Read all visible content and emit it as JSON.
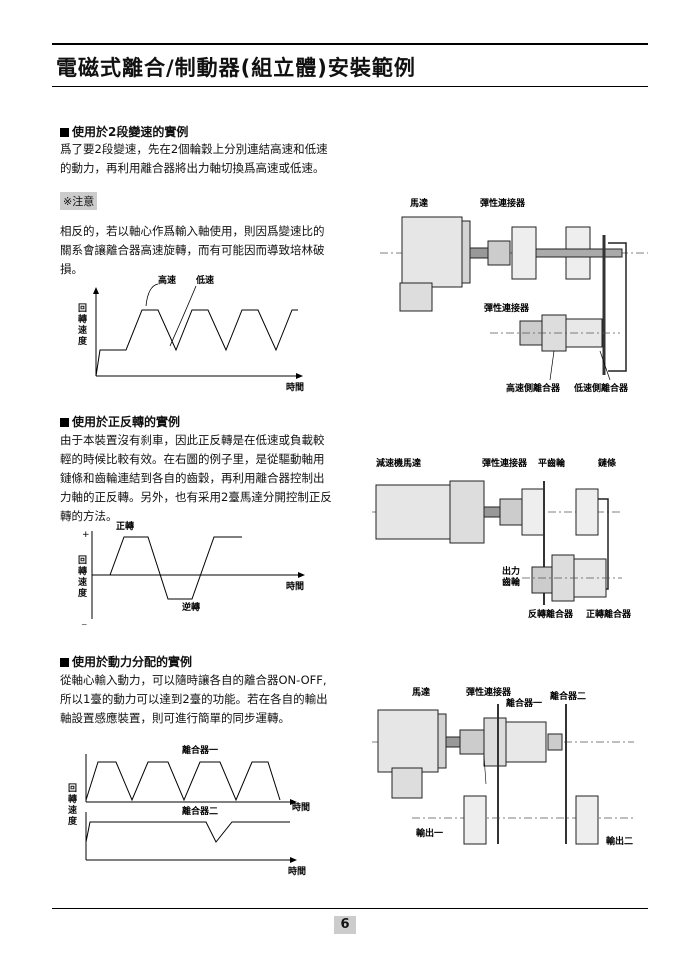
{
  "page": {
    "title": "電磁式離合/制動器(組立體)安裝範例",
    "page_number": "6"
  },
  "section1": {
    "heading": "使用於2段變速的實例",
    "lines": [
      "爲了要2段變速，先在2個輪穀上分別連結高速和低速",
      "的動力，再利用離合器將出力軸切換爲高速或低速。"
    ],
    "note_label": "※注意",
    "note_lines": [
      "相反的，若以軸心作爲輸入軸使用，則因爲變速比的",
      "關系會讓離合器高速旋轉，而有可能因而導致培林破",
      "損。"
    ],
    "chart": {
      "label_high": "高速",
      "label_low": "低速",
      "ylabel": "回轉速度",
      "xlabel": "時間"
    },
    "diagram": {
      "motor": "馬達",
      "coupler_top": "彈性連接器",
      "coupler_low": "彈性連接器",
      "clutch_high": "高速側離合器",
      "clutch_low": "低速側離合器"
    }
  },
  "section2": {
    "heading": "使用於正反轉的實例",
    "lines": [
      "由于本裝置沒有刹車，因此正反轉是在低速或負載較",
      "輕的時候比較有效。在右圖的例子里，是從驅動軸用",
      "鏈條和齒輪連結到各自的齒穀，再利用離合器控制出",
      "力軸的正反轉。另外，也有采用2臺馬達分開控制正反",
      "轉的方法。"
    ],
    "chart": {
      "label_fwd": "正轉",
      "label_rev": "逆轉",
      "ylabel": "回轉速度",
      "xlabel": "時間",
      "plus": "+",
      "minus": "_"
    },
    "diagram": {
      "motor": "減速機馬達",
      "coupler": "彈性連接器",
      "gear": "平齒輪",
      "chain": "鏈條",
      "output_gear_1": "出力",
      "output_gear_2": "齒輪",
      "clutch_rev": "反轉離合器",
      "clutch_fwd": "正轉離合器"
    }
  },
  "section3": {
    "heading": "使用於動力分配的實例",
    "lines": [
      "從軸心輸入動力，可以隨時讓各自的離合器ON-OFF,",
      "所以1臺的動力可以達到2臺的功能。若在各自的輸出",
      "軸設置感應裝置，則可進行簡單的同步運轉。"
    ],
    "chart": {
      "label_c1": "離合器一",
      "label_c2": "離合器二",
      "ylabel": "回轉速度",
      "xlabel_top": "時間",
      "xlabel_bottom": "時間"
    },
    "diagram": {
      "motor": "馬達",
      "coupler": "彈性連接器",
      "clutch1": "離合器一",
      "clutch2": "離合器二",
      "out1": "輸出一",
      "out2": "輸出二"
    }
  }
}
